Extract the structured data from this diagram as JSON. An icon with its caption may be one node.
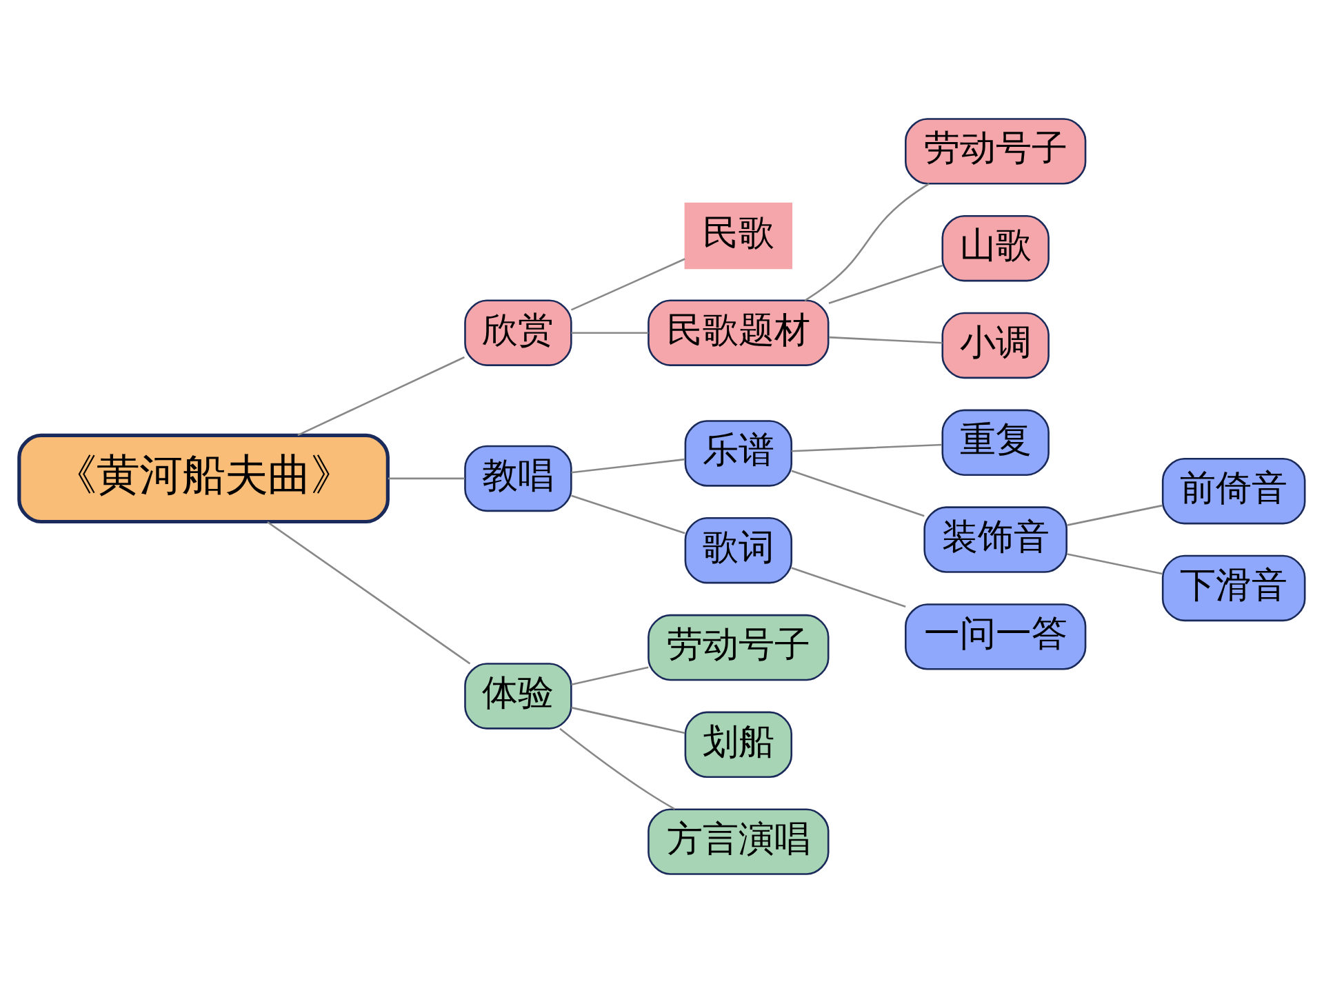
{
  "diagram": {
    "nodes": [
      {
        "text": [
          "《黄河船夫曲》"
        ]
      },
      {
        "text": [
          "欣赏"
        ]
      },
      {
        "text": [
          "民歌"
        ]
      },
      {
        "text": [
          "民歌题材"
        ]
      },
      {
        "text": [
          "劳动号子"
        ]
      },
      {
        "text": [
          "山歌"
        ]
      },
      {
        "text": [
          "小调"
        ]
      },
      {
        "text": [
          "教唱"
        ]
      },
      {
        "text": [
          "乐谱"
        ]
      },
      {
        "text": [
          "重复"
        ]
      },
      {
        "text": [
          "装饰音"
        ]
      },
      {
        "text": [
          "前倚音"
        ]
      },
      {
        "text": [
          "下滑音"
        ]
      },
      {
        "text": [
          "歌词"
        ]
      },
      {
        "text": [
          "一问一答"
        ]
      },
      {
        "text": [
          "体验"
        ]
      },
      {
        "text": [
          "劳动号子"
        ]
      },
      {
        "text": [
          "划船"
        ]
      },
      {
        "text": [
          "方言演唱"
        ]
      }
    ],
    "edges": [
      {
        "from": 0,
        "to": 1,
        "arrow": "none"
      },
      {
        "from": 1,
        "to": 2,
        "arrow": "none"
      },
      {
        "from": 1,
        "to": 3,
        "arrow": "none"
      },
      {
        "from": 3,
        "to": 4,
        "arrow": "none"
      },
      {
        "from": 3,
        "to": 5,
        "arrow": "none"
      },
      {
        "from": 3,
        "to": 6,
        "arrow": "none"
      },
      {
        "from": 0,
        "to": 7,
        "arrow": "none"
      },
      {
        "from": 7,
        "to": 8,
        "arrow": "none"
      },
      {
        "from": 8,
        "to": 9,
        "arrow": "none"
      },
      {
        "from": 8,
        "to": 10,
        "arrow": "none"
      },
      {
        "from": 10,
        "to": 11,
        "arrow": "none"
      },
      {
        "from": 10,
        "to": 12,
        "arrow": "none"
      },
      {
        "from": 7,
        "to": 13,
        "arrow": "none"
      },
      {
        "from": 13,
        "to": 14,
        "arrow": "none"
      },
      {
        "from": 0,
        "to": 15,
        "arrow": "none"
      },
      {
        "from": 15,
        "to": 16,
        "arrow": "none"
      },
      {
        "from": 15,
        "to": 17,
        "arrow": "none"
      },
      {
        "from": 15,
        "to": 18,
        "arrow": "none"
      }
    ]
  }
}
